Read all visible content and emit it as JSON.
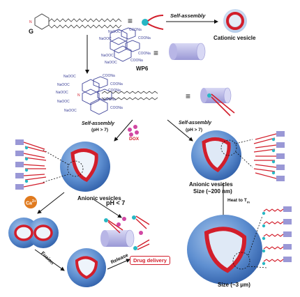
{
  "labels": {
    "g": "G",
    "self_assembly_top": "Self-assembly",
    "cationic_vesicle": "Cationic vesicle",
    "wp6": "WP6",
    "self_assembly_left": "Self-assembly",
    "ph_left": "(pH > 7)",
    "dox": "DOX",
    "self_assembly_right": "Self-assembly",
    "ph_right": "(pH > 7)",
    "anionic_vesicles_left": "Anionic vesicles",
    "anionic_vesicles_right": "Anionic vesicles",
    "size_200": "Size (~200 nm)",
    "ca": "Ca",
    "ca_charge": "2+",
    "ph_lt7": "pH < 7",
    "heat_to": "Heat to T",
    "heat_sub": "m",
    "fusion": "Fusion",
    "release": "Release",
    "drug_delivery": "Drug delivery",
    "size_3um": "Size (~3 μm)"
  },
  "chem": {
    "na1": "NaOOC",
    "na2": "COONa",
    "na3": "NaOOC",
    "na4": "COONa",
    "na5": "NaOOC",
    "na6": "COONa",
    "na7": "NaOOC",
    "na8": "COONa",
    "na9": "NaOOC",
    "na10": "COONa",
    "na11": "NaOOC",
    "na12": "COONa",
    "na13": "NaOOC",
    "na14": "COONa",
    "na15": "COONa",
    "na16": "NaOOC",
    "na17": "COONa",
    "na18": "NaOOC"
  },
  "colors": {
    "vesicle": "#3f6fb8",
    "membrane": "#d21e2b",
    "head_cyan": "#27b7c4",
    "wp6_violet": "#8a88cc",
    "chain": "#333333"
  }
}
